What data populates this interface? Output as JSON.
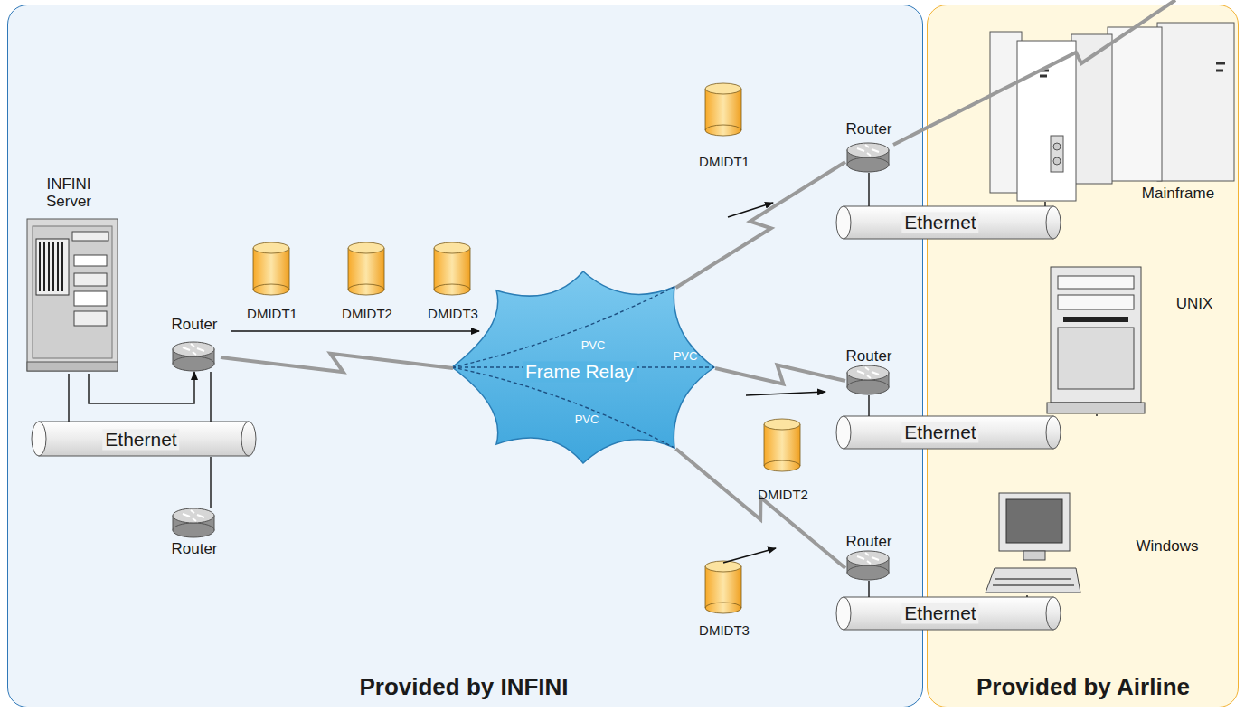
{
  "diagram": {
    "nodes": [
      {
        "text": [
          "Provided by INFINI"
        ]
      },
      {
        "text": [
          "Provided by Airline"
        ]
      },
      {
        "text": [
          "INFINI Server"
        ],
        "in": 0
      },
      {
        "text": [
          "Router"
        ],
        "in": 0
      },
      {
        "text": [
          "Ethernet"
        ],
        "in": 0
      },
      {
        "text": [
          "Router"
        ],
        "in": 0
      },
      {
        "text": [
          "Frame Relay",
          "PVC",
          "PVC",
          "PVC"
        ],
        "in": 0
      },
      {
        "text": [
          "DMIDT1"
        ],
        "in": 0
      },
      {
        "text": [
          "DMIDT2"
        ],
        "in": 0
      },
      {
        "text": [
          "DMIDT3"
        ],
        "in": 0
      },
      {
        "text": [
          "Router"
        ],
        "in": 0
      },
      {
        "text": [
          "Ethernet"
        ]
      },
      {
        "text": [
          "Mainframe"
        ],
        "in": 1
      },
      {
        "text": [
          "Router"
        ],
        "in": 0
      },
      {
        "text": [
          "Ethernet"
        ]
      },
      {
        "text": [
          "UNIX"
        ],
        "in": 1
      },
      {
        "text": [
          "Router"
        ],
        "in": 0
      },
      {
        "text": [
          "Ethernet"
        ]
      },
      {
        "text": [
          "Windows"
        ],
        "in": 1
      },
      {
        "text": [
          "DMIDT1"
        ],
        "in": 0
      },
      {
        "text": [
          "DMIDT2"
        ],
        "in": 0
      },
      {
        "text": [
          "DMIDT3"
        ],
        "in": 0
      }
    ],
    "edges": [
      {
        "from": 2,
        "to": 3,
        "arrow": "to"
      },
      {
        "from": 2,
        "to": 4,
        "arrow": "none"
      },
      {
        "from": 3,
        "to": 4,
        "arrow": "none"
      },
      {
        "from": 4,
        "to": 5,
        "arrow": "none"
      },
      {
        "from": 3,
        "to": 6,
        "arrow": "none"
      },
      {
        "from": 6,
        "to": 10,
        "arrow": "none"
      },
      {
        "from": 6,
        "to": 13,
        "arrow": "none"
      },
      {
        "from": 6,
        "to": 16,
        "arrow": "none"
      },
      {
        "from": 10,
        "to": 11,
        "arrow": "none"
      },
      {
        "from": 11,
        "to": 12,
        "arrow": "none"
      },
      {
        "from": 13,
        "to": 14,
        "arrow": "none"
      },
      {
        "from": 14,
        "to": 15,
        "arrow": "none"
      },
      {
        "from": 16,
        "to": 17,
        "arrow": "none"
      },
      {
        "from": 17,
        "to": 18,
        "arrow": "none"
      }
    ]
  }
}
